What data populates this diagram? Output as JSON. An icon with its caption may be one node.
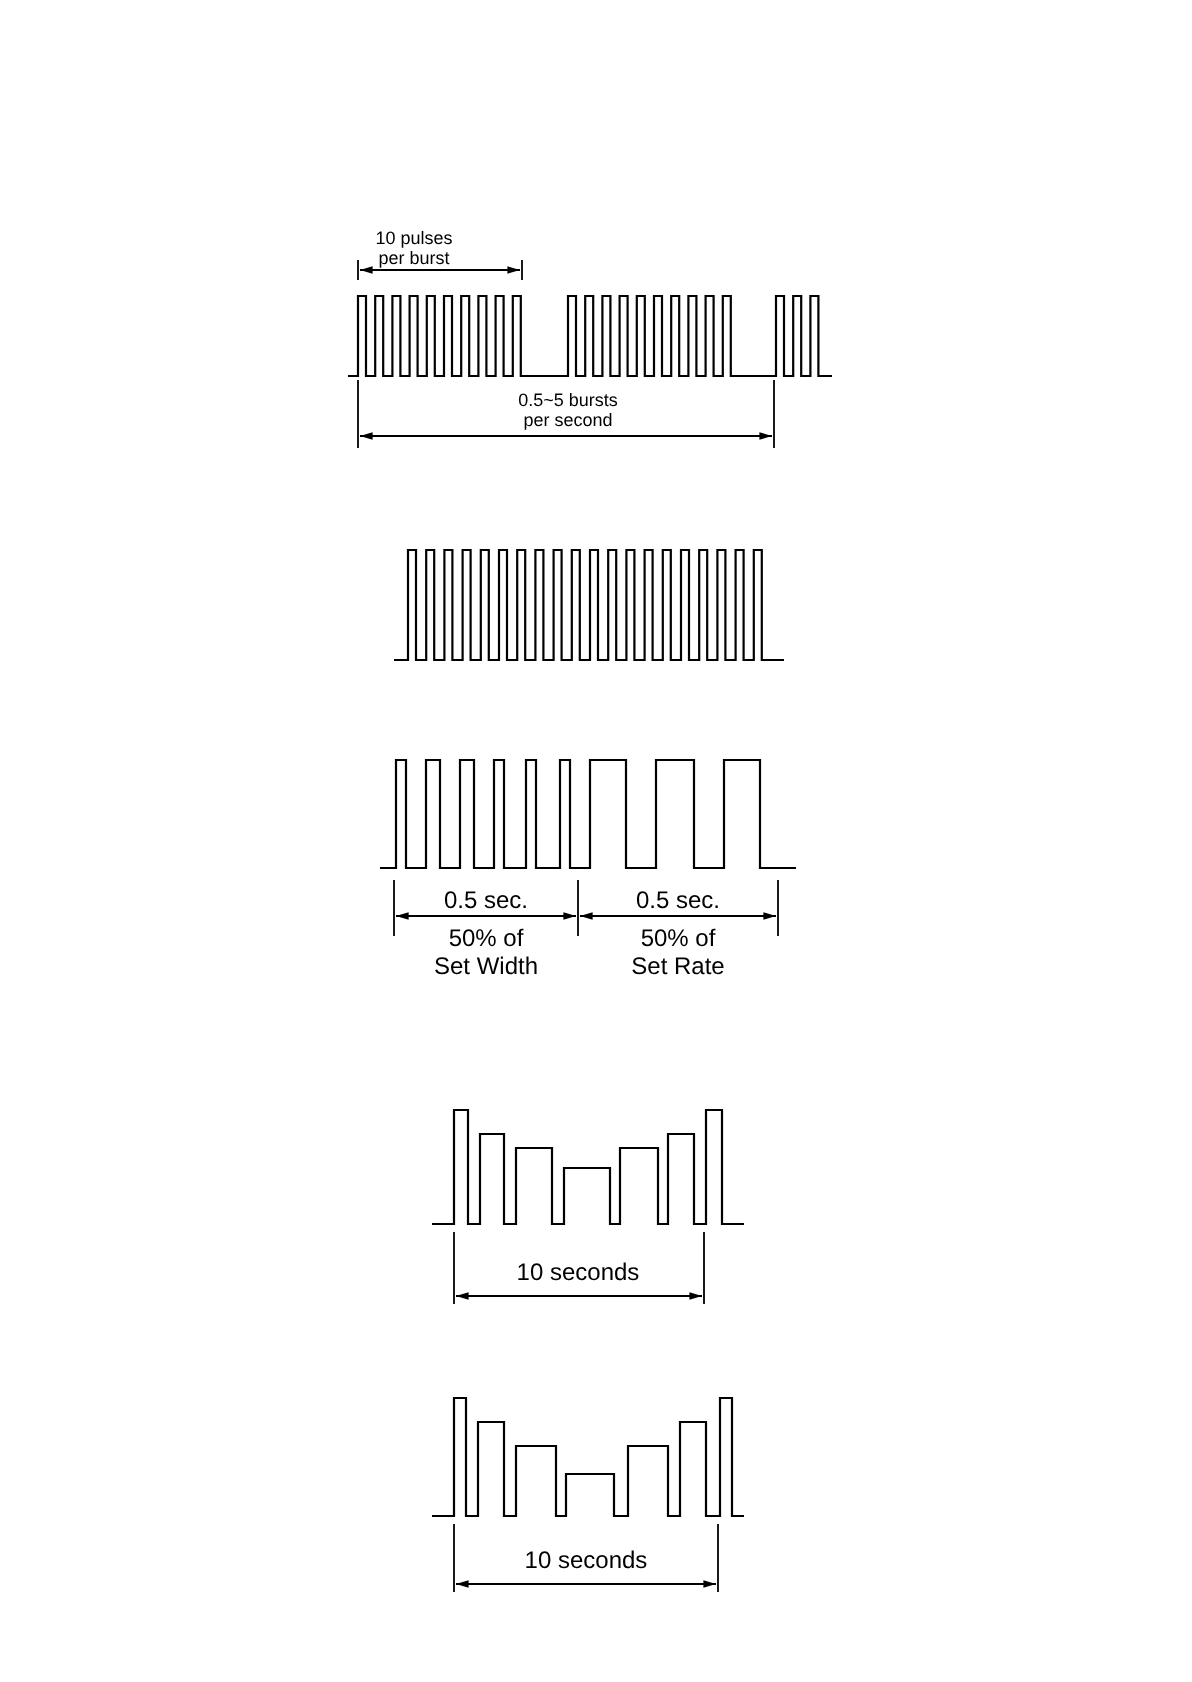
{
  "diagram": {
    "labels": [
      "10 pulses per burst",
      "0.5~5 bursts per second",
      "0.5 sec.",
      "0.5 sec.",
      "50% of Set Width",
      "50% of Set Rate",
      "10 seconds",
      "10 seconds"
    ]
  }
}
